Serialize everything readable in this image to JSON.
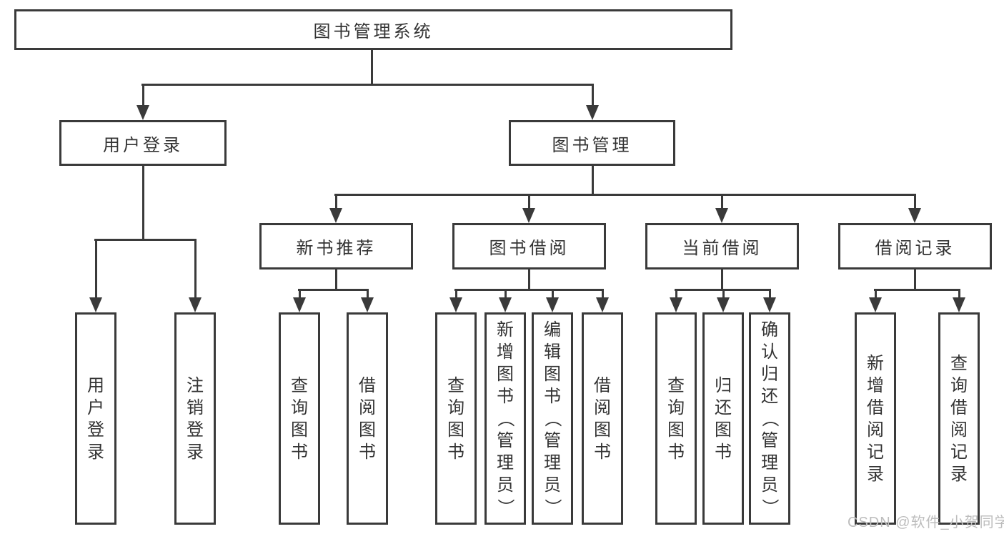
{
  "diagram": {
    "title": "图书管理系统",
    "root": {
      "label": "图书管理系统"
    },
    "level2": [
      {
        "label": "用户登录",
        "parent": "图书管理系统"
      },
      {
        "label": "图书管理",
        "parent": "图书管理系统"
      }
    ],
    "level3": [
      {
        "label": "新书推荐",
        "parent": "图书管理"
      },
      {
        "label": "图书借阅",
        "parent": "图书管理"
      },
      {
        "label": "当前借阅",
        "parent": "图书管理"
      },
      {
        "label": "借阅记录",
        "parent": "图书管理"
      }
    ],
    "leaves": [
      {
        "label": "用户登录",
        "parent": "用户登录"
      },
      {
        "label": "注销登录",
        "parent": "用户登录"
      },
      {
        "label": "查询图书",
        "parent": "新书推荐"
      },
      {
        "label": "借阅图书",
        "parent": "新书推荐"
      },
      {
        "label": "查询图书",
        "parent": "图书借阅"
      },
      {
        "label": "新增图书（管理员）",
        "parent": "图书借阅"
      },
      {
        "label": "编辑图书（管理员）",
        "parent": "图书借阅"
      },
      {
        "label": "借阅图书",
        "parent": "图书借阅"
      },
      {
        "label": "查询图书",
        "parent": "当前借阅"
      },
      {
        "label": "归还图书",
        "parent": "当前借阅"
      },
      {
        "label": "确认归还（管理员）",
        "parent": "当前借阅"
      },
      {
        "label": "新增借阅记录",
        "parent": "借阅记录"
      },
      {
        "label": "查询借阅记录",
        "parent": "借阅记录"
      }
    ],
    "watermark": "CSDN @软件_小贺同学",
    "colors": {
      "line": "#3a3a3a",
      "text": "#333333",
      "watermark": "#bdbdbd",
      "background": "#ffffff"
    }
  }
}
